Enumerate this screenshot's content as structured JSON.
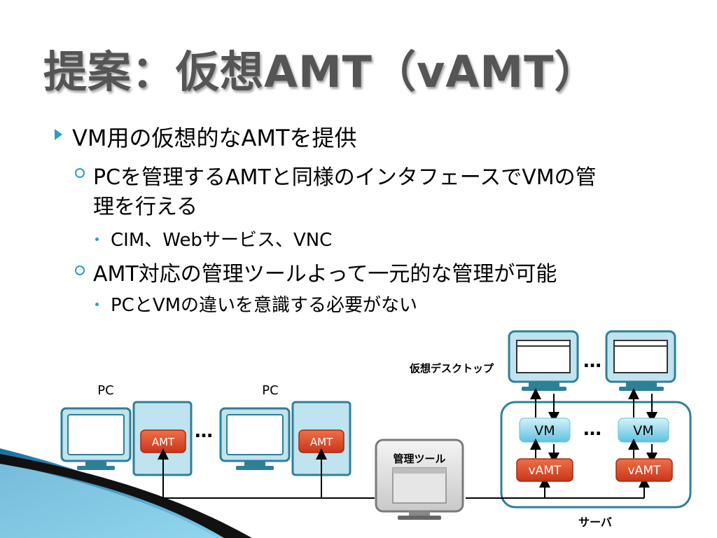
{
  "slide": {
    "title": "提案：仮想AMT（vAMT）",
    "bullets": [
      {
        "level": 1,
        "text": "VM用の仮想的なAMTを提供"
      },
      {
        "level": 2,
        "text": "PCを管理するAMTと同様のインタフェースでVMの管"
      },
      {
        "level": 2,
        "text": "理を行える",
        "continuation": true
      },
      {
        "level": 3,
        "text": "CIM、Webサービス、VNC"
      },
      {
        "level": 2,
        "text": "AMT対応の管理ツールよって一元的な管理が可能"
      },
      {
        "level": 3,
        "text": "PCとVMの違いを意識する必要がない"
      }
    ]
  },
  "diagram": {
    "pc_label": "PC",
    "amt_label": "AMT",
    "ellipsis": "…",
    "mgmt_tool_label": "管理ツール",
    "virtual_desktop_label": "仮想デスクトップ",
    "vm_label": "VM",
    "vamt_label": "vAMT",
    "server_label": "サーバ"
  },
  "colors": {
    "accent": "#2a9fbc",
    "monitor_border": "#2f7f97",
    "monitor_fill": "#bfe3ef",
    "amt_red": "#d9401f",
    "title_gray": "#555555"
  }
}
